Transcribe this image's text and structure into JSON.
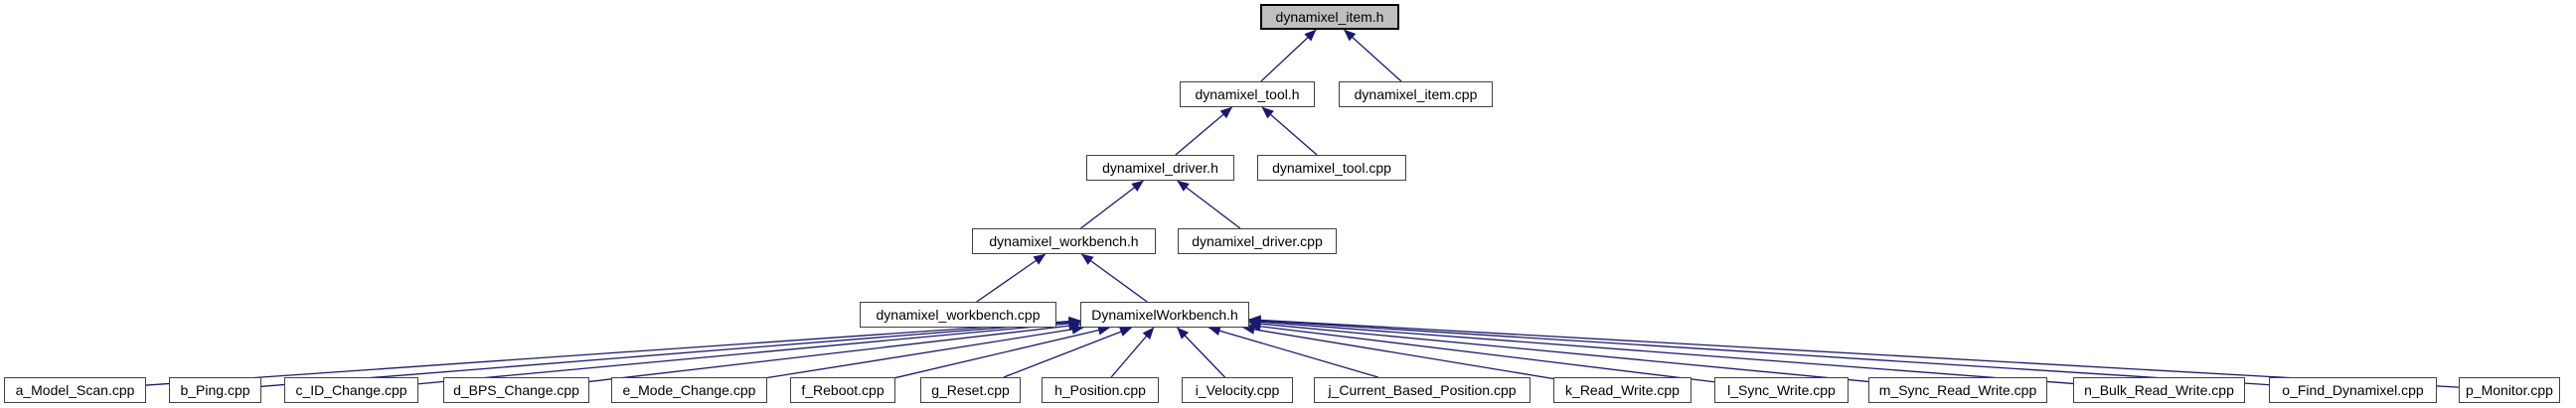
{
  "graph": {
    "type": "include-dependency-graph",
    "colors": {
      "edge": "#191970",
      "node_fill": "#ffffff",
      "node_border": "#404040",
      "highlight_fill": "#bfbfbf",
      "highlight_border": "#000000"
    },
    "nodes": [
      {
        "id": "dynamixel_item_h",
        "label": "dynamixel_item.h",
        "highlighted": true
      },
      {
        "id": "dynamixel_tool_h",
        "label": "dynamixel_tool.h",
        "highlighted": false
      },
      {
        "id": "dynamixel_item_cpp",
        "label": "dynamixel_item.cpp",
        "highlighted": false
      },
      {
        "id": "dynamixel_driver_h",
        "label": "dynamixel_driver.h",
        "highlighted": false
      },
      {
        "id": "dynamixel_tool_cpp",
        "label": "dynamixel_tool.cpp",
        "highlighted": false
      },
      {
        "id": "dynamixel_workbench_h",
        "label": "dynamixel_workbench.h",
        "highlighted": false
      },
      {
        "id": "dynamixel_driver_cpp",
        "label": "dynamixel_driver.cpp",
        "highlighted": false
      },
      {
        "id": "dynamixel_workbench_cpp",
        "label": "dynamixel_workbench.cpp",
        "highlighted": false
      },
      {
        "id": "DynamixelWorkbench_h",
        "label": "DynamixelWorkbench.h",
        "highlighted": false
      },
      {
        "id": "a_Model_Scan_cpp",
        "label": "a_Model_Scan.cpp",
        "highlighted": false
      },
      {
        "id": "b_Ping_cpp",
        "label": "b_Ping.cpp",
        "highlighted": false
      },
      {
        "id": "c_ID_Change_cpp",
        "label": "c_ID_Change.cpp",
        "highlighted": false
      },
      {
        "id": "d_BPS_Change_cpp",
        "label": "d_BPS_Change.cpp",
        "highlighted": false
      },
      {
        "id": "e_Mode_Change_cpp",
        "label": "e_Mode_Change.cpp",
        "highlighted": false
      },
      {
        "id": "f_Reboot_cpp",
        "label": "f_Reboot.cpp",
        "highlighted": false
      },
      {
        "id": "g_Reset_cpp",
        "label": "g_Reset.cpp",
        "highlighted": false
      },
      {
        "id": "h_Position_cpp",
        "label": "h_Position.cpp",
        "highlighted": false
      },
      {
        "id": "i_Velocity_cpp",
        "label": "i_Velocity.cpp",
        "highlighted": false
      },
      {
        "id": "j_Current_Based_Position_cpp",
        "label": "j_Current_Based_Position.cpp",
        "highlighted": false
      },
      {
        "id": "k_Read_Write_cpp",
        "label": "k_Read_Write.cpp",
        "highlighted": false
      },
      {
        "id": "l_Sync_Write_cpp",
        "label": "l_Sync_Write.cpp",
        "highlighted": false
      },
      {
        "id": "m_Sync_Read_Write_cpp",
        "label": "m_Sync_Read_Write.cpp",
        "highlighted": false
      },
      {
        "id": "n_Bulk_Read_Write_cpp",
        "label": "n_Bulk_Read_Write.cpp",
        "highlighted": false
      },
      {
        "id": "o_Find_Dynamixel_cpp",
        "label": "o_Find_Dynamixel.cpp",
        "highlighted": false
      },
      {
        "id": "p_Monitor_cpp",
        "label": "p_Monitor.cpp",
        "highlighted": false
      }
    ],
    "edges": [
      {
        "from": "dynamixel_tool_h",
        "to": "dynamixel_item_h"
      },
      {
        "from": "dynamixel_item_cpp",
        "to": "dynamixel_item_h"
      },
      {
        "from": "dynamixel_driver_h",
        "to": "dynamixel_tool_h"
      },
      {
        "from": "dynamixel_tool_cpp",
        "to": "dynamixel_tool_h"
      },
      {
        "from": "dynamixel_workbench_h",
        "to": "dynamixel_driver_h"
      },
      {
        "from": "dynamixel_driver_cpp",
        "to": "dynamixel_driver_h"
      },
      {
        "from": "dynamixel_workbench_cpp",
        "to": "dynamixel_workbench_h"
      },
      {
        "from": "DynamixelWorkbench_h",
        "to": "dynamixel_workbench_h"
      },
      {
        "from": "a_Model_Scan_cpp",
        "to": "DynamixelWorkbench_h"
      },
      {
        "from": "b_Ping_cpp",
        "to": "DynamixelWorkbench_h"
      },
      {
        "from": "c_ID_Change_cpp",
        "to": "DynamixelWorkbench_h"
      },
      {
        "from": "d_BPS_Change_cpp",
        "to": "DynamixelWorkbench_h"
      },
      {
        "from": "e_Mode_Change_cpp",
        "to": "DynamixelWorkbench_h"
      },
      {
        "from": "f_Reboot_cpp",
        "to": "DynamixelWorkbench_h"
      },
      {
        "from": "g_Reset_cpp",
        "to": "DynamixelWorkbench_h"
      },
      {
        "from": "h_Position_cpp",
        "to": "DynamixelWorkbench_h"
      },
      {
        "from": "i_Velocity_cpp",
        "to": "DynamixelWorkbench_h"
      },
      {
        "from": "j_Current_Based_Position_cpp",
        "to": "DynamixelWorkbench_h"
      },
      {
        "from": "k_Read_Write_cpp",
        "to": "DynamixelWorkbench_h"
      },
      {
        "from": "l_Sync_Write_cpp",
        "to": "DynamixelWorkbench_h"
      },
      {
        "from": "m_Sync_Read_Write_cpp",
        "to": "DynamixelWorkbench_h"
      },
      {
        "from": "n_Bulk_Read_Write_cpp",
        "to": "DynamixelWorkbench_h"
      },
      {
        "from": "o_Find_Dynamixel_cpp",
        "to": "DynamixelWorkbench_h"
      },
      {
        "from": "p_Monitor_cpp",
        "to": "DynamixelWorkbench_h"
      }
    ]
  }
}
